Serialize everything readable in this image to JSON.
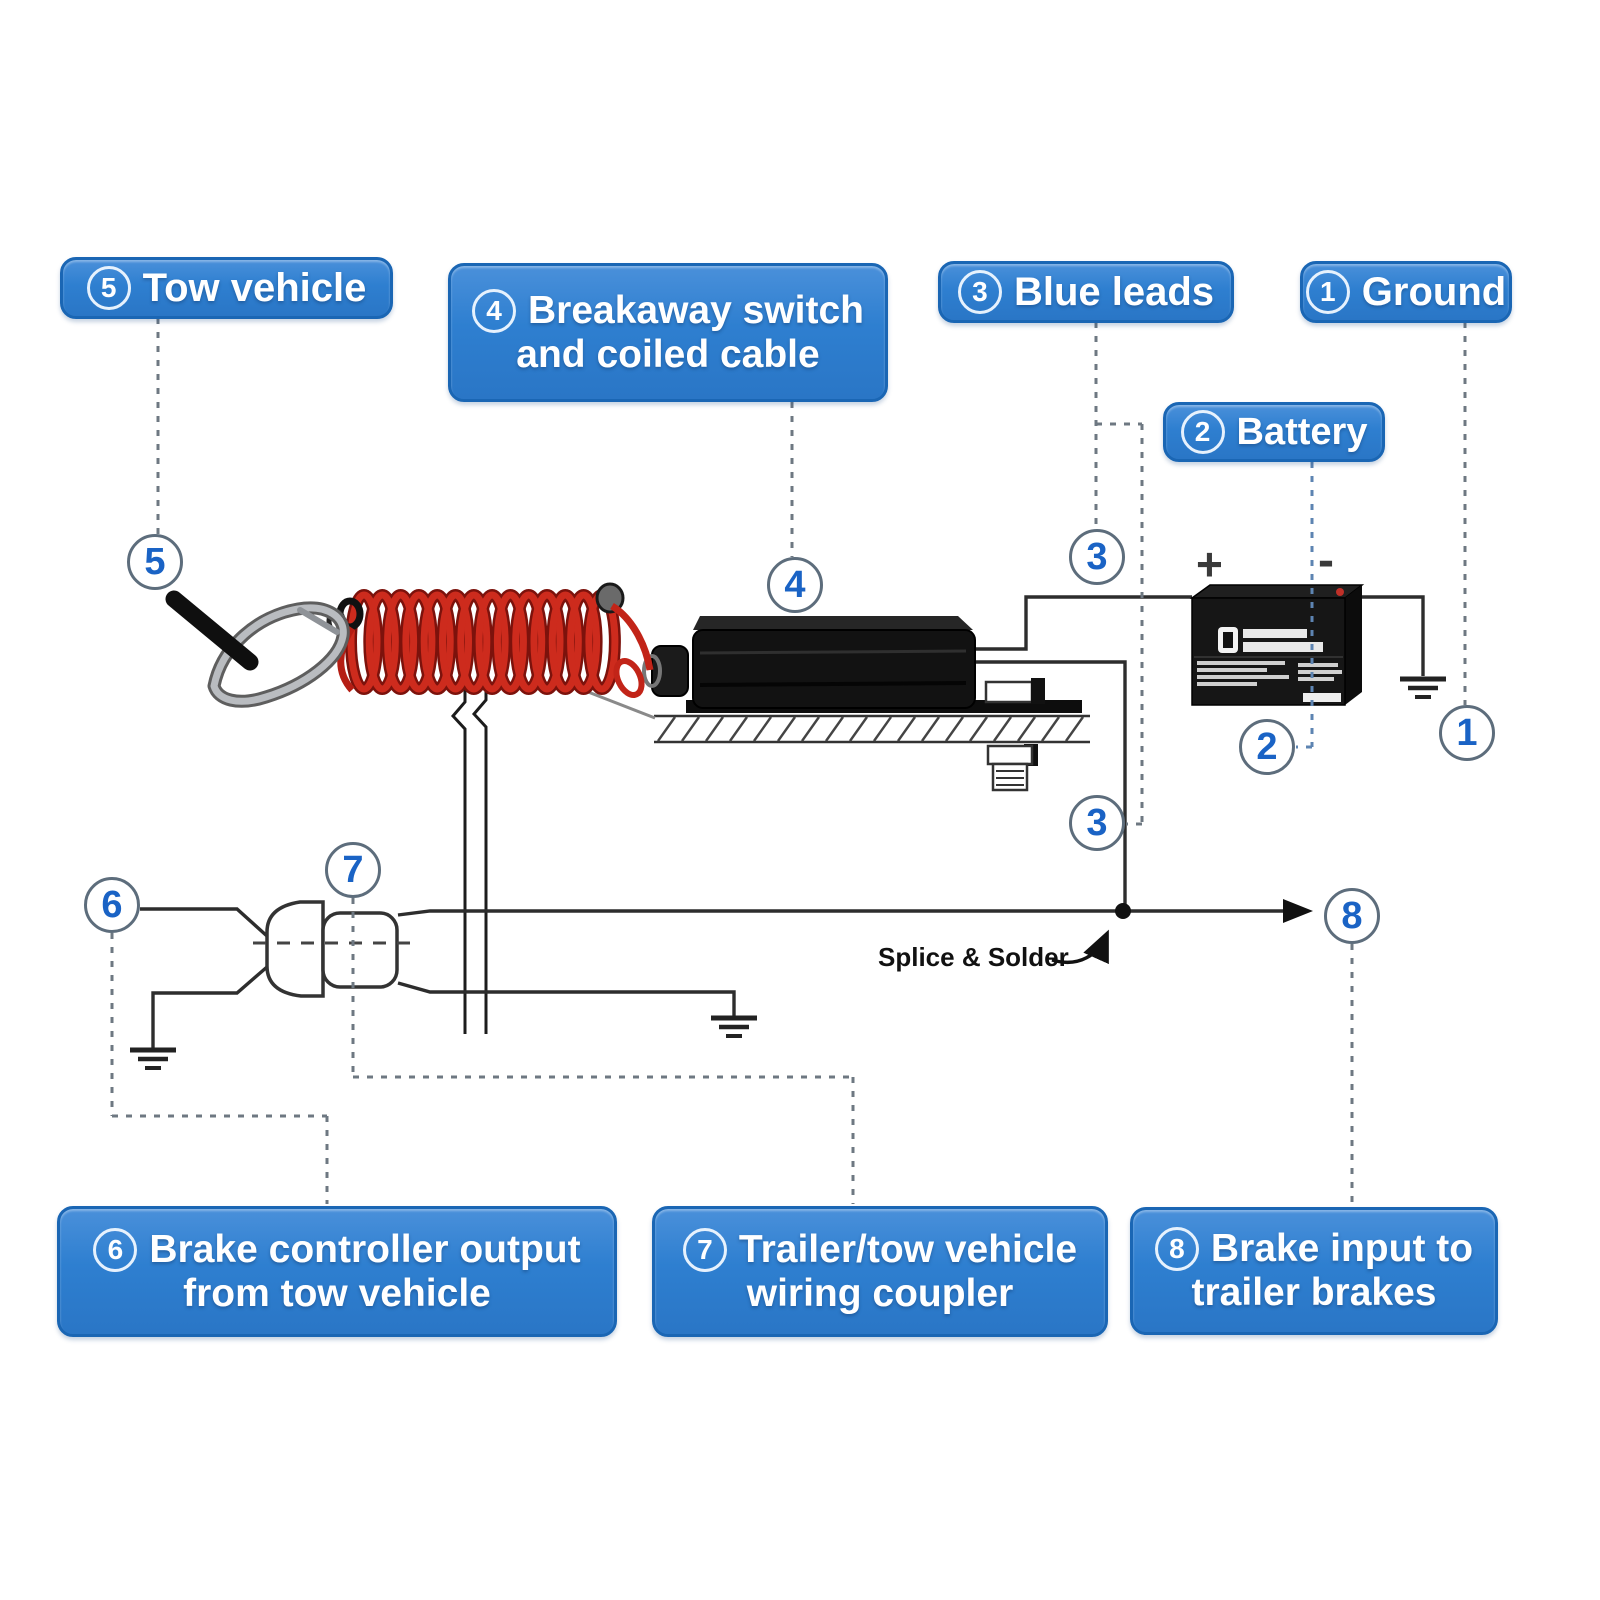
{
  "title": "Trailer breakaway switch wiring diagram",
  "colors": {
    "label_bg": "#2e7fd0",
    "label_border": "#1a66b4",
    "label_text": "#ffffff",
    "callout_number_blue": "#1a63c5",
    "callout_ring_gray": "#5d6d7c",
    "wire_dark": "#2d2d2d",
    "dashed_gray": "#6e7882",
    "dashed_blue": "#5d84b2",
    "coil_red": "#cd2b1d",
    "battery_black": "#161616"
  },
  "labels": [
    {
      "id": "tow-vehicle",
      "number": "5",
      "text": "Tow vehicle"
    },
    {
      "id": "breakaway-switch",
      "number": "4",
      "line1": "Breakaway switch",
      "line2": "and coiled cable"
    },
    {
      "id": "blue-leads",
      "number": "3",
      "text": "Blue leads"
    },
    {
      "id": "ground",
      "number": "1",
      "text": "Ground"
    },
    {
      "id": "battery",
      "number": "2",
      "text": "Battery"
    },
    {
      "id": "brake-controller",
      "number": "6",
      "line1": "Brake controller output",
      "line2": "from tow vehicle"
    },
    {
      "id": "wiring-coupler",
      "number": "7",
      "line1": "Trailer/tow vehicle",
      "line2": "wiring coupler"
    },
    {
      "id": "brake-input",
      "number": "8",
      "line1": "Brake input to",
      "line2": "trailer brakes"
    }
  ],
  "callouts": [
    {
      "id": "callout-5",
      "number": "5"
    },
    {
      "id": "callout-4",
      "number": "4"
    },
    {
      "id": "callout-3a",
      "number": "3"
    },
    {
      "id": "callout-3b",
      "number": "3"
    },
    {
      "id": "callout-2",
      "number": "2"
    },
    {
      "id": "callout-1",
      "number": "1"
    },
    {
      "id": "callout-6",
      "number": "6"
    },
    {
      "id": "callout-7",
      "number": "7"
    },
    {
      "id": "callout-8",
      "number": "8"
    }
  ],
  "annotations": {
    "splice_solder": "Splice & Solder"
  },
  "battery": {
    "positive": "+",
    "negative": "-"
  }
}
